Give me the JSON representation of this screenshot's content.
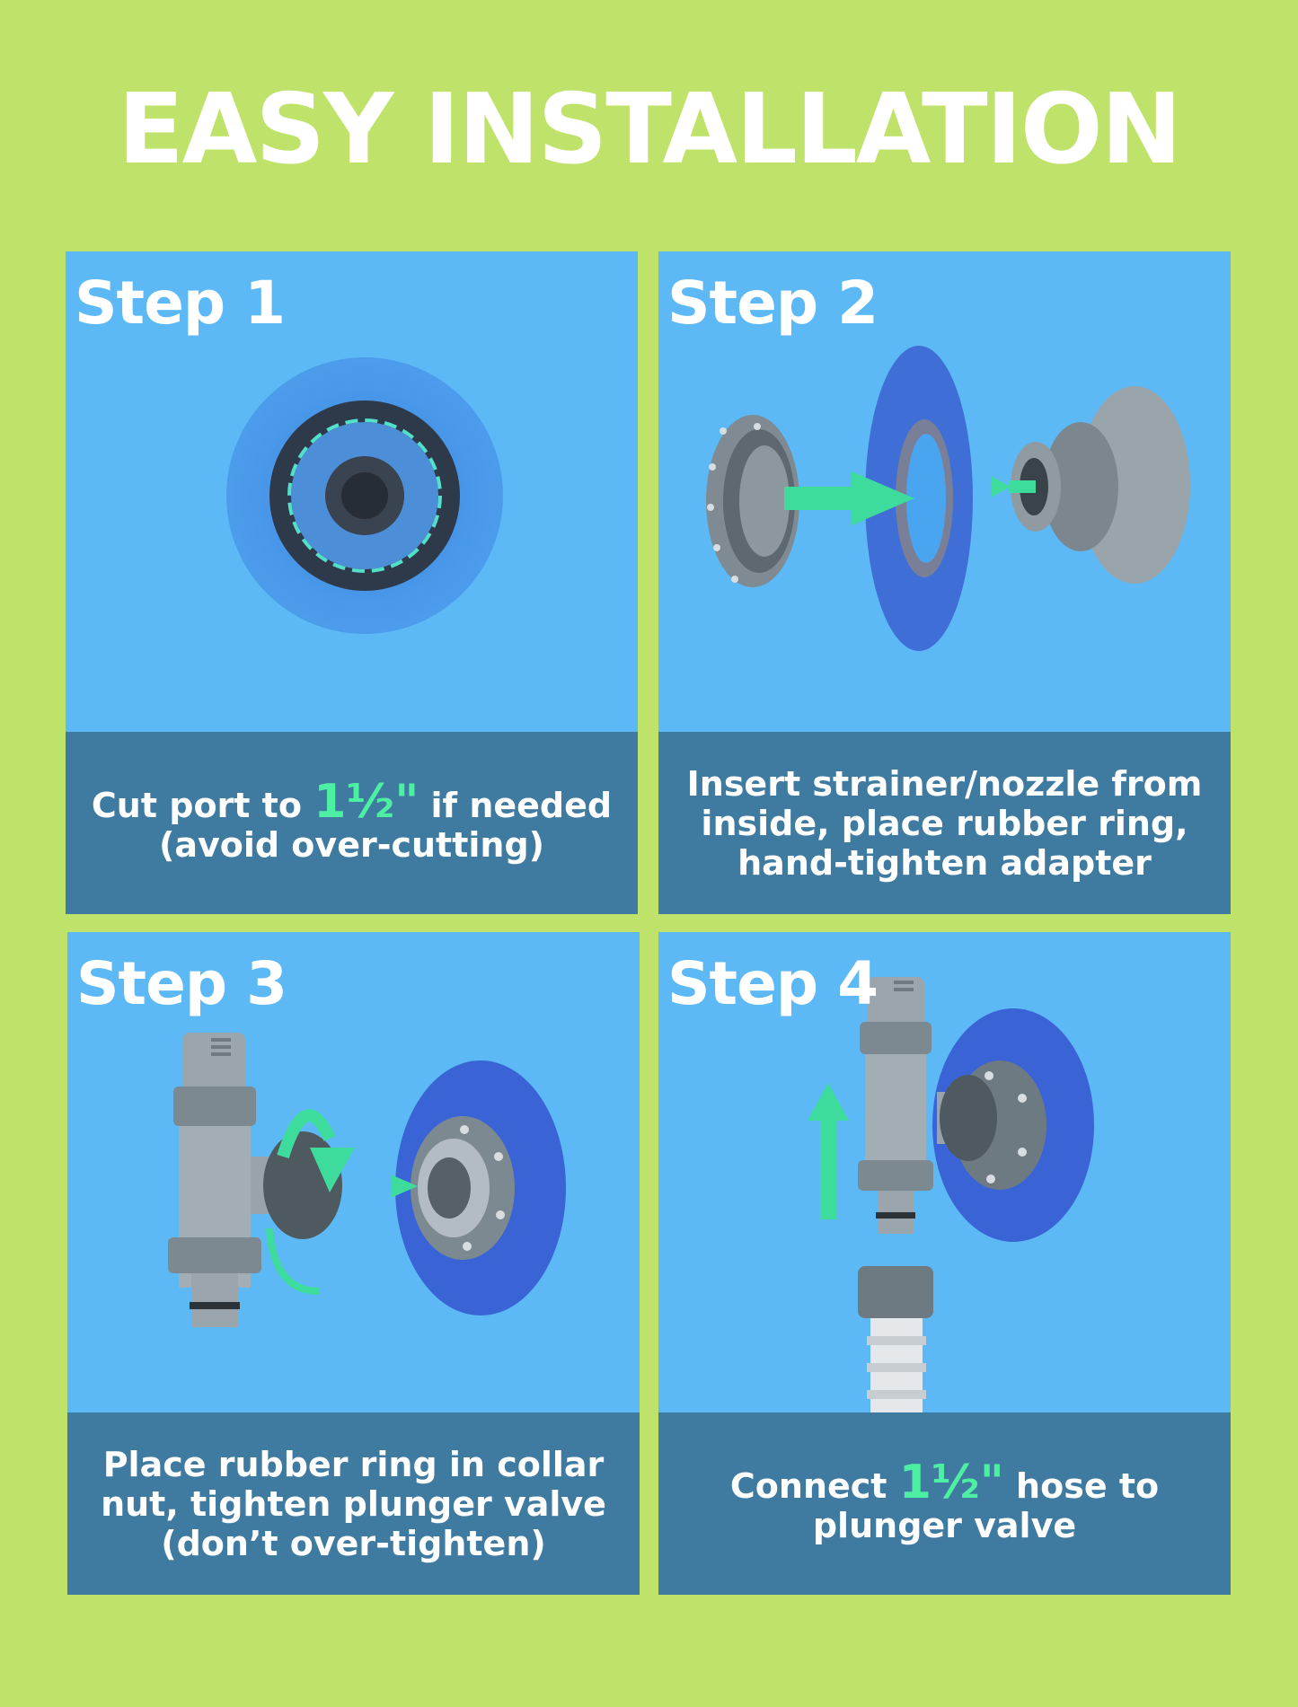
{
  "title": "EASY INSTALLATION",
  "colors": {
    "background": "#bfe36a",
    "panel": "#5cb9f5",
    "caption_bar": "#3f7aa1",
    "highlight": "#4df0a2",
    "text": "#ffffff"
  },
  "steps": [
    {
      "label": "Step 1",
      "caption": {
        "pre": "Cut port to ",
        "highlight": "1½\"",
        "post": " if needed",
        "line2": "(avoid over-cutting)"
      },
      "illustration": "cut-port-illustration"
    },
    {
      "label": "Step 2",
      "caption": {
        "line1": "Insert strainer/nozzle from",
        "line2": "inside, place rubber ring,",
        "line3": "hand-tighten adapter"
      },
      "illustration": "strainer-nozzle-illustration"
    },
    {
      "label": "Step 3",
      "caption": {
        "line1": "Place rubber ring in collar",
        "line2": "nut, tighten plunger valve",
        "line3": "(don’t over-tighten)"
      },
      "illustration": "plunger-valve-illustration"
    },
    {
      "label": "Step 4",
      "caption": {
        "pre": "Connect ",
        "highlight": "1½\"",
        "post": " hose to",
        "line2": "plunger valve"
      },
      "illustration": "hose-connect-illustration"
    }
  ]
}
